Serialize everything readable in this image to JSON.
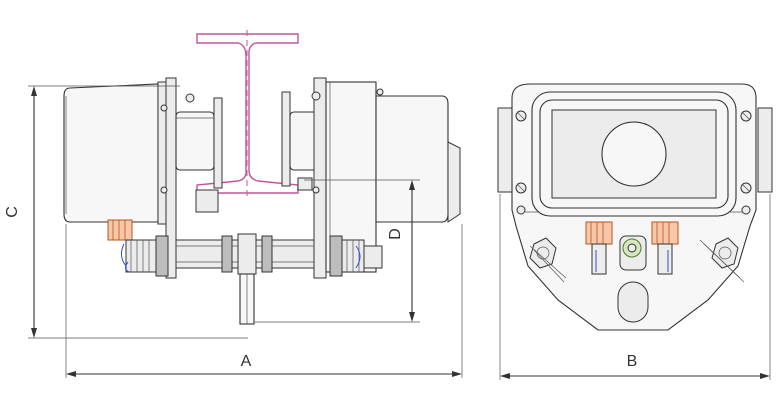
{
  "dimensions": {
    "a": "A",
    "b": "B",
    "c": "C",
    "d": "D"
  },
  "colors": {
    "rail": "#c2569c",
    "cable_gland": "#f6c7a8",
    "cable": "#2d55c8",
    "line": "#333333"
  },
  "icons": [
    "cable-gland",
    "screw",
    "bolt",
    "rail-beam"
  ]
}
